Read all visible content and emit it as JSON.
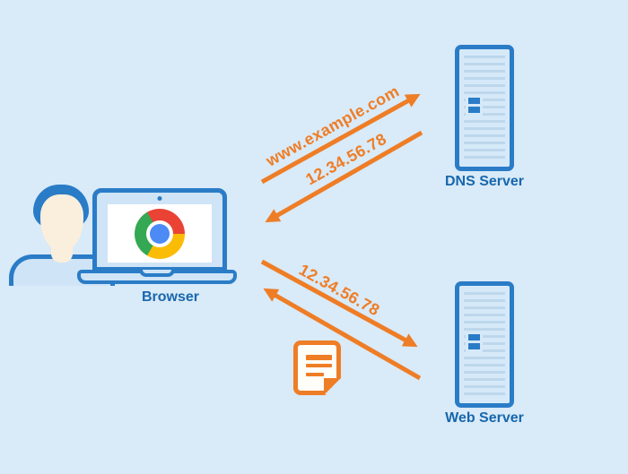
{
  "colors": {
    "background": "#d9eaf8",
    "accent_orange": "#ee7d26",
    "accent_blue": "#2a7cc7",
    "caption_blue": "#1767ad",
    "panel_fill": "#d6e9f8",
    "slat_blue": "#bdd7ec",
    "laptop_fill": "#cfe4f6",
    "skin": "#faefdc",
    "chrome_red": "#ea4335",
    "chrome_yellow": "#fbbc05",
    "chrome_green": "#34a853",
    "chrome_blue": "#4c8bf5"
  },
  "nodes": {
    "browser": {
      "label": "Browser"
    },
    "dns": {
      "label": "DNS Server"
    },
    "web": {
      "label": "Web Server"
    }
  },
  "arrows": {
    "dns_request": {
      "label": "www.example.com",
      "from": "browser",
      "to": "dns"
    },
    "dns_response": {
      "label": "12.34.56.78",
      "from": "dns",
      "to": "browser"
    },
    "web_request": {
      "label": "12.34.56.78",
      "from": "browser",
      "to": "web"
    },
    "web_response": {
      "label": "",
      "from": "web",
      "to": "browser"
    }
  },
  "icons": {
    "user": "person-silhouette (css shapes)",
    "laptop": "laptop with chrome logo (css shapes)",
    "chrome": "chrome browser logo (css circles)",
    "server": "server tower with slats (css shapes)",
    "webpage": "document page with folded corner (css shapes)"
  }
}
